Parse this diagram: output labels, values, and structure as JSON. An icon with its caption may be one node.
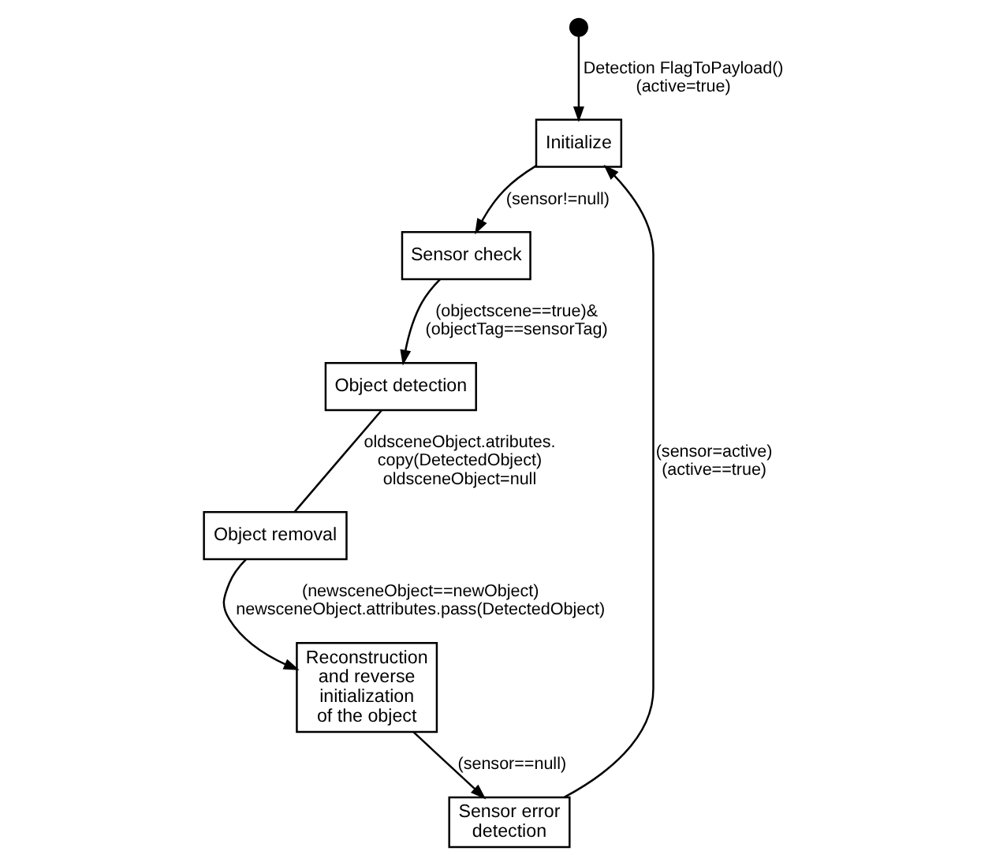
{
  "diagram": {
    "nodes": [
      {
        "text": [],
        "shape": "circle"
      },
      {
        "text": [
          "Initialize"
        ]
      },
      {
        "text": [
          "Sensor check"
        ]
      },
      {
        "text": [
          "Object detection"
        ]
      },
      {
        "text": [
          "Object removal"
        ]
      },
      {
        "text": [
          "Reconstruction and reverse initialization of the object"
        ]
      },
      {
        "text": [
          "Sensor error detection"
        ]
      }
    ],
    "edges": [
      {
        "from": 0,
        "to": 1,
        "arrow": "to",
        "label": "Detection FlagToPayload() (active=true)"
      },
      {
        "from": 1,
        "to": 2,
        "arrow": "to",
        "label": "(sensor!=null)"
      },
      {
        "from": 2,
        "to": 3,
        "arrow": "to",
        "label": "(objectscene==true)& (objectTag==sensorTag)"
      },
      {
        "from": 3,
        "to": 4,
        "arrow": "none",
        "label": "oldsceneObject.atributes. copy(DetectedObject) oldsceneObject=null"
      },
      {
        "from": 4,
        "to": 5,
        "arrow": "to",
        "label": "(newsceneObject==newObject) newsceneObject.attributes.pass(DetectedObject)"
      },
      {
        "from": 5,
        "to": 6,
        "arrow": "to",
        "label": "(sensor==null)"
      },
      {
        "from": 6,
        "to": 1,
        "arrow": "to",
        "label": "(sensor=active) (active==true)"
      }
    ]
  }
}
